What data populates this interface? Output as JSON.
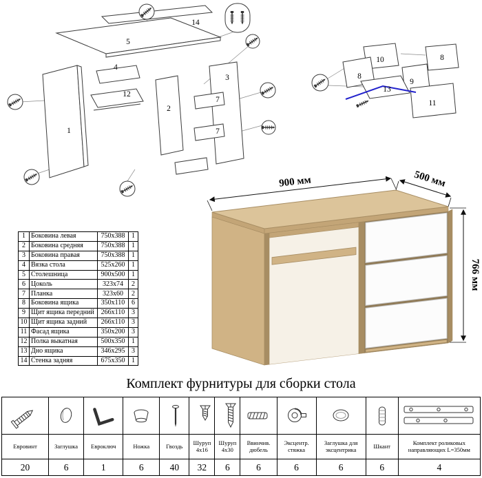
{
  "colors": {
    "wood_top": "#dcc49a",
    "wood": "#d0b385",
    "wood_mid": "#c3a577",
    "wood_dark": "#a78d63",
    "wood_deep": "#8f7a57",
    "drawer_white": "#fcfcfc",
    "opening_bg": "#f6f1e7",
    "blue_guide": "#2222cc"
  },
  "exploded_main": {
    "labels": [
      "14",
      "5",
      "4",
      "12",
      "2",
      "3",
      "7",
      "7",
      "1"
    ],
    "callout_icon": "confirmat-screw-icon"
  },
  "exploded_drawer": {
    "labels": [
      "10",
      "8",
      "9",
      "11",
      "13",
      "8"
    ],
    "callout_icon": "confirmat-screw-icon"
  },
  "desk": {
    "dim_width": "900 мм",
    "dim_depth": "500 мм",
    "dim_height": "766 мм"
  },
  "parts_table": {
    "rows": [
      {
        "num": "1",
        "name": "Боковина левая",
        "size": "750x388",
        "qty": "1"
      },
      {
        "num": "2",
        "name": "Боковина средняя",
        "size": "750x388",
        "qty": "1"
      },
      {
        "num": "3",
        "name": "Боковина правая",
        "size": "750x388",
        "qty": "1"
      },
      {
        "num": "4",
        "name": "Вязка стола",
        "size": "525x260",
        "qty": "1"
      },
      {
        "num": "5",
        "name": "Столешница",
        "size": "900x500",
        "qty": "1"
      },
      {
        "num": "6",
        "name": "Цоколь",
        "size": "323x74",
        "qty": "2"
      },
      {
        "num": "7",
        "name": "Планка",
        "size": "323x60",
        "qty": "2"
      },
      {
        "num": "8",
        "name": "Боковина ящика",
        "size": "350x110",
        "qty": "6"
      },
      {
        "num": "9",
        "name": "Щит ящика передний",
        "size": "266x110",
        "qty": "3"
      },
      {
        "num": "10",
        "name": "Щит ящика задний",
        "size": "266x110",
        "qty": "3"
      },
      {
        "num": "11",
        "name": "Фасад ящика",
        "size": "350x200",
        "qty": "3"
      },
      {
        "num": "12",
        "name": "Полка выкатная",
        "size": "500x350",
        "qty": "1"
      },
      {
        "num": "13",
        "name": "Дно ящика",
        "size": "346x295",
        "qty": "3"
      },
      {
        "num": "14",
        "name": "Стенка задняя",
        "size": "675x350",
        "qty": "1"
      }
    ]
  },
  "hardware": {
    "title": "Комплект фурнитуры для сборки стола",
    "items": [
      {
        "name": "Евровинт",
        "qty": "20",
        "icon": "euro-screw-icon"
      },
      {
        "name": "Заглушка",
        "qty": "6",
        "icon": "plug-cap-icon"
      },
      {
        "name": "Евроключ",
        "qty": "1",
        "icon": "hex-key-icon"
      },
      {
        "name": "Ножка",
        "qty": "6",
        "icon": "furniture-foot-icon"
      },
      {
        "name": "Гвоздь",
        "qty": "40",
        "icon": "nail-icon"
      },
      {
        "name": "Шуруп 4x16",
        "qty": "32",
        "icon": "screw-4x16-icon"
      },
      {
        "name": "Шуруп 4x30",
        "qty": "6",
        "icon": "screw-4x30-icon"
      },
      {
        "name": "Ввинчив. дюбель",
        "qty": "6",
        "icon": "screw-in-dowel-icon"
      },
      {
        "name": "Эксцентр. стяжка",
        "qty": "6",
        "icon": "cam-lock-icon"
      },
      {
        "name": "Заглушка для эксцентрика",
        "qty": "6",
        "icon": "cam-cover-icon"
      },
      {
        "name": "Шкант",
        "qty": "6",
        "icon": "wooden-dowel-icon"
      },
      {
        "name": "Комплект роликовых направляющих L=350мм",
        "qty": "4",
        "icon": "roller-slides-icon"
      }
    ]
  }
}
